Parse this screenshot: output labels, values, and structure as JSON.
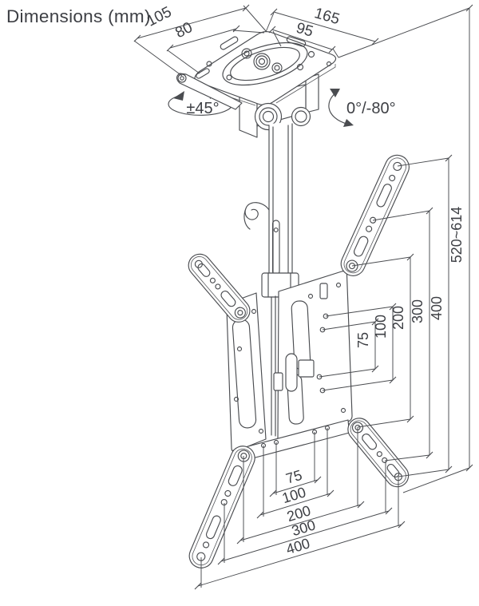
{
  "title": "Dimensions (mm)",
  "colors": {
    "line": "#4a4c50",
    "text": "#3d3f44",
    "background": "#ffffff"
  },
  "annotations": {
    "swivel_range": "±45°",
    "tilt_range": "0°/-80°",
    "height_range": "520~614"
  },
  "dims": {
    "top_left": {
      "outer": "105",
      "inner": "80"
    },
    "top_right": {
      "outer": "165",
      "inner": "95"
    },
    "right_vertical": [
      "75",
      "100",
      "200",
      "300",
      "400"
    ],
    "bottom_horizontal": [
      "75",
      "100",
      "200",
      "300",
      "400"
    ]
  }
}
